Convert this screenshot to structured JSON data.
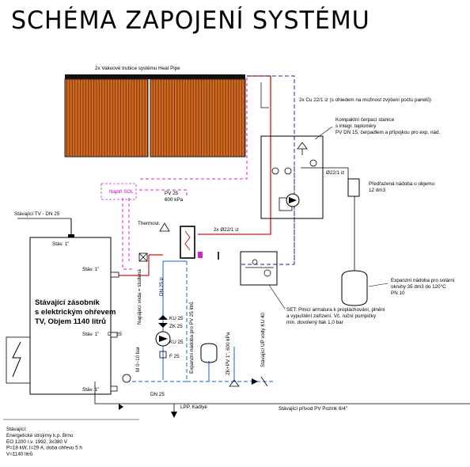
{
  "title": "SCHÉMA ZAPOJENÍ SYSTÉMU",
  "colors": {
    "hot": "#e01010",
    "cold": "#1060e0",
    "return_dashed": "#2020a0",
    "solar_liquid": "#d020d0",
    "collector": "#d2691e",
    "collector_frame": "#202020",
    "lines": "#000000"
  },
  "labels": {
    "collectors": "2x Vakuové trubice systému Heat Pipe",
    "cu_pipe": "2x Cu 22/1 iz (s ohledem na možnost zvýšení počtu panelů)",
    "station": "Kompaktní čerpací stanice\ns integr. teploměry\nPV DN 15, čerpadlem a přípojkou pro exp. nád.",
    "pipe_22": "Ø22/1 iz",
    "pre_vessel": "Předřazená nádoba o objemu\n12 dm3",
    "exp_vessel": "Expanzní nádoba pro solární\nokruhy 35 dm3 do 120°C\nPN 10",
    "set": "SET: Plnící armatura k propláchování, plnění\na vypuštění zařízení. Vč. ruční pumpičky\nmin. dovolený tlak 1,0 bar",
    "existing_tv": "Stávající TV - DN 25",
    "stav_1": "Stáv. 1\"",
    "boiler": "Stávající zásobník\ns elektrickým ohřevem\nTV, Objem 1140 litrů",
    "dn25": "DN 25",
    "dn25_iz": "DN 25 iz",
    "fill_liquid": "Náplň SOL",
    "pv_label": "PV 25\n600 kPa",
    "thermostat": "Thermost.",
    "pipe_2x22": "2x Ø22/1 iz",
    "supply_cold": "Napájecí voda = studená",
    "exp_pv25": "Expanzní nádoba pro PV 25 litrů",
    "ku25": "KU 25",
    "zk25": "ZK 25",
    "f25": "F 25",
    "manometer": "M 0~10 bar",
    "zkpv": "ZK+PV 1\", 600 kPa",
    "existing_up": "Stávající UP vody KU 40",
    "existing_inlet": "Stávající přívod PV Pozink 6/4\"",
    "lpp": "LPP, Kadlyé",
    "specs": "Stávající:\nEnergetické strojírny k.p. Brno\nEO 1200 r.v. 1992, 3x380 V\nP=18 kW, I=29 A, doba ohřevu 5 h\nV=1140 litrů"
  }
}
